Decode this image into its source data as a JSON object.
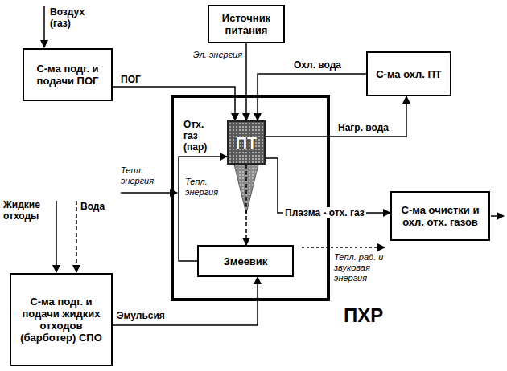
{
  "diagram": {
    "nodes": [
      {
        "text": [
          "С-ма подг. и подачи ПОГ"
        ]
      },
      {
        "text": [
          "Источник питания"
        ]
      },
      {
        "text": [
          "С-ма охл. ПТ"
        ]
      },
      {
        "text": [
          "ПХР"
        ]
      },
      {
        "text": [
          "ПТ"
        ],
        "in": 3
      },
      {
        "text": [
          "Змеевик"
        ],
        "in": 3
      },
      {
        "text": [
          "С-ма очистки и охл. отх. газов"
        ]
      },
      {
        "text": [
          "С-ма подг. и подачи жидких отходов (барботер) СПО"
        ]
      }
    ],
    "edges": [
      {
        "from": 0,
        "to": 4,
        "label": "ПОГ",
        "arrow": "to"
      },
      {
        "from": 1,
        "to": 4,
        "label": "Эл. энергия",
        "arrow": "to"
      },
      {
        "from": 2,
        "to": 4,
        "label": "Охл. вода",
        "arrow": "to"
      },
      {
        "from": 4,
        "to": 2,
        "label": "Нагр. вода",
        "arrow": "to"
      },
      {
        "from": 4,
        "to": 6,
        "label": "Плазма - отх. газ",
        "arrow": "to"
      },
      {
        "from": 4,
        "to": 5,
        "label": "Тепл. энергия",
        "arrow": "to"
      },
      {
        "from": 5,
        "to": 4,
        "label": "Отх. газ (пар)",
        "arrow": "to"
      },
      {
        "from": 7,
        "to": 5,
        "label": "Эмульсия",
        "arrow": "to"
      }
    ],
    "labels": [
      "Воздух (газ)",
      "Тепл. энергия",
      "Жидкие отходы",
      "Вода",
      "Тепл. рад. и звуковая энергия"
    ]
  }
}
